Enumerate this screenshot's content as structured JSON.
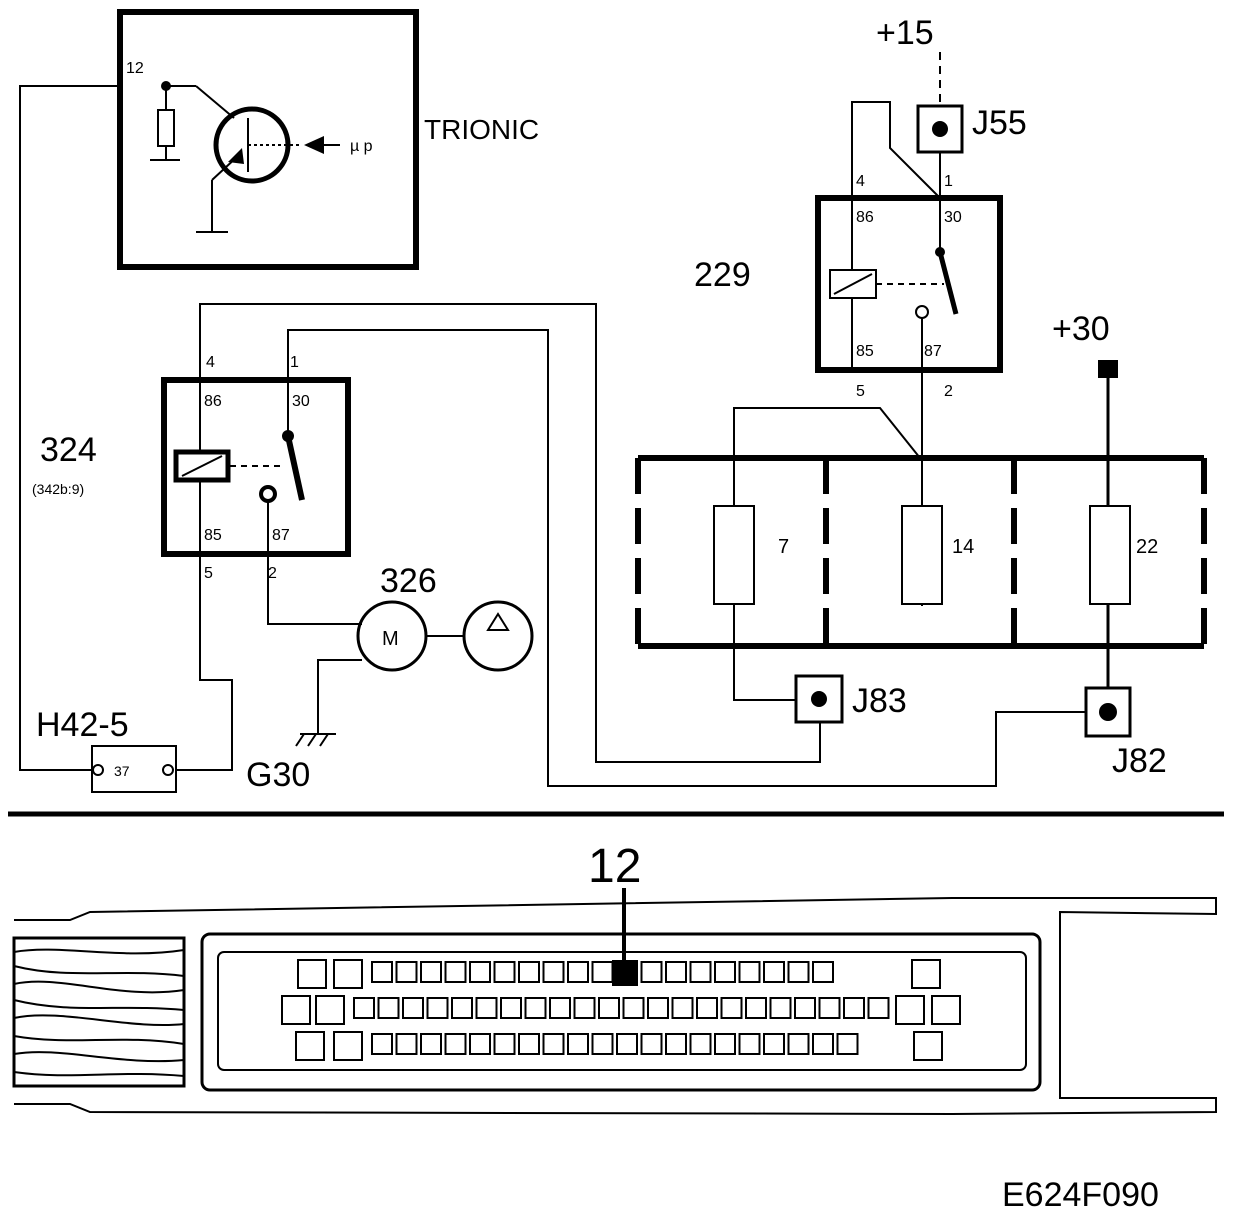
{
  "labels": {
    "trionic": "TRIONIC",
    "mu_p": "µ p",
    "trionic_pin": "12",
    "plus15": "+15",
    "plus30": "+30",
    "j55": "J55",
    "j83": "J83",
    "j82": "J82",
    "relay_229": "229",
    "relay_324": "324",
    "relay_324_ref": "(342b:9)",
    "pump_326": "326",
    "motor_m": "M",
    "h42": "H42-5",
    "h42_pin": "37",
    "g30": "G30",
    "connector_pin": "12",
    "figure_code": "E624F090"
  },
  "relay_229_pins": {
    "w4": "4",
    "w1": "1",
    "p86": "86",
    "p30": "30",
    "p85": "85",
    "p87": "87",
    "w5": "5",
    "w2": "2"
  },
  "relay_324_pins": {
    "w4": "4",
    "w1": "1",
    "p86": "86",
    "p30": "30",
    "p85": "85",
    "p87": "87",
    "w5": "5",
    "w2": "2"
  },
  "fuses": [
    "7",
    "14",
    "22"
  ],
  "colors": {
    "line": "#000000",
    "background": "#ffffff"
  }
}
